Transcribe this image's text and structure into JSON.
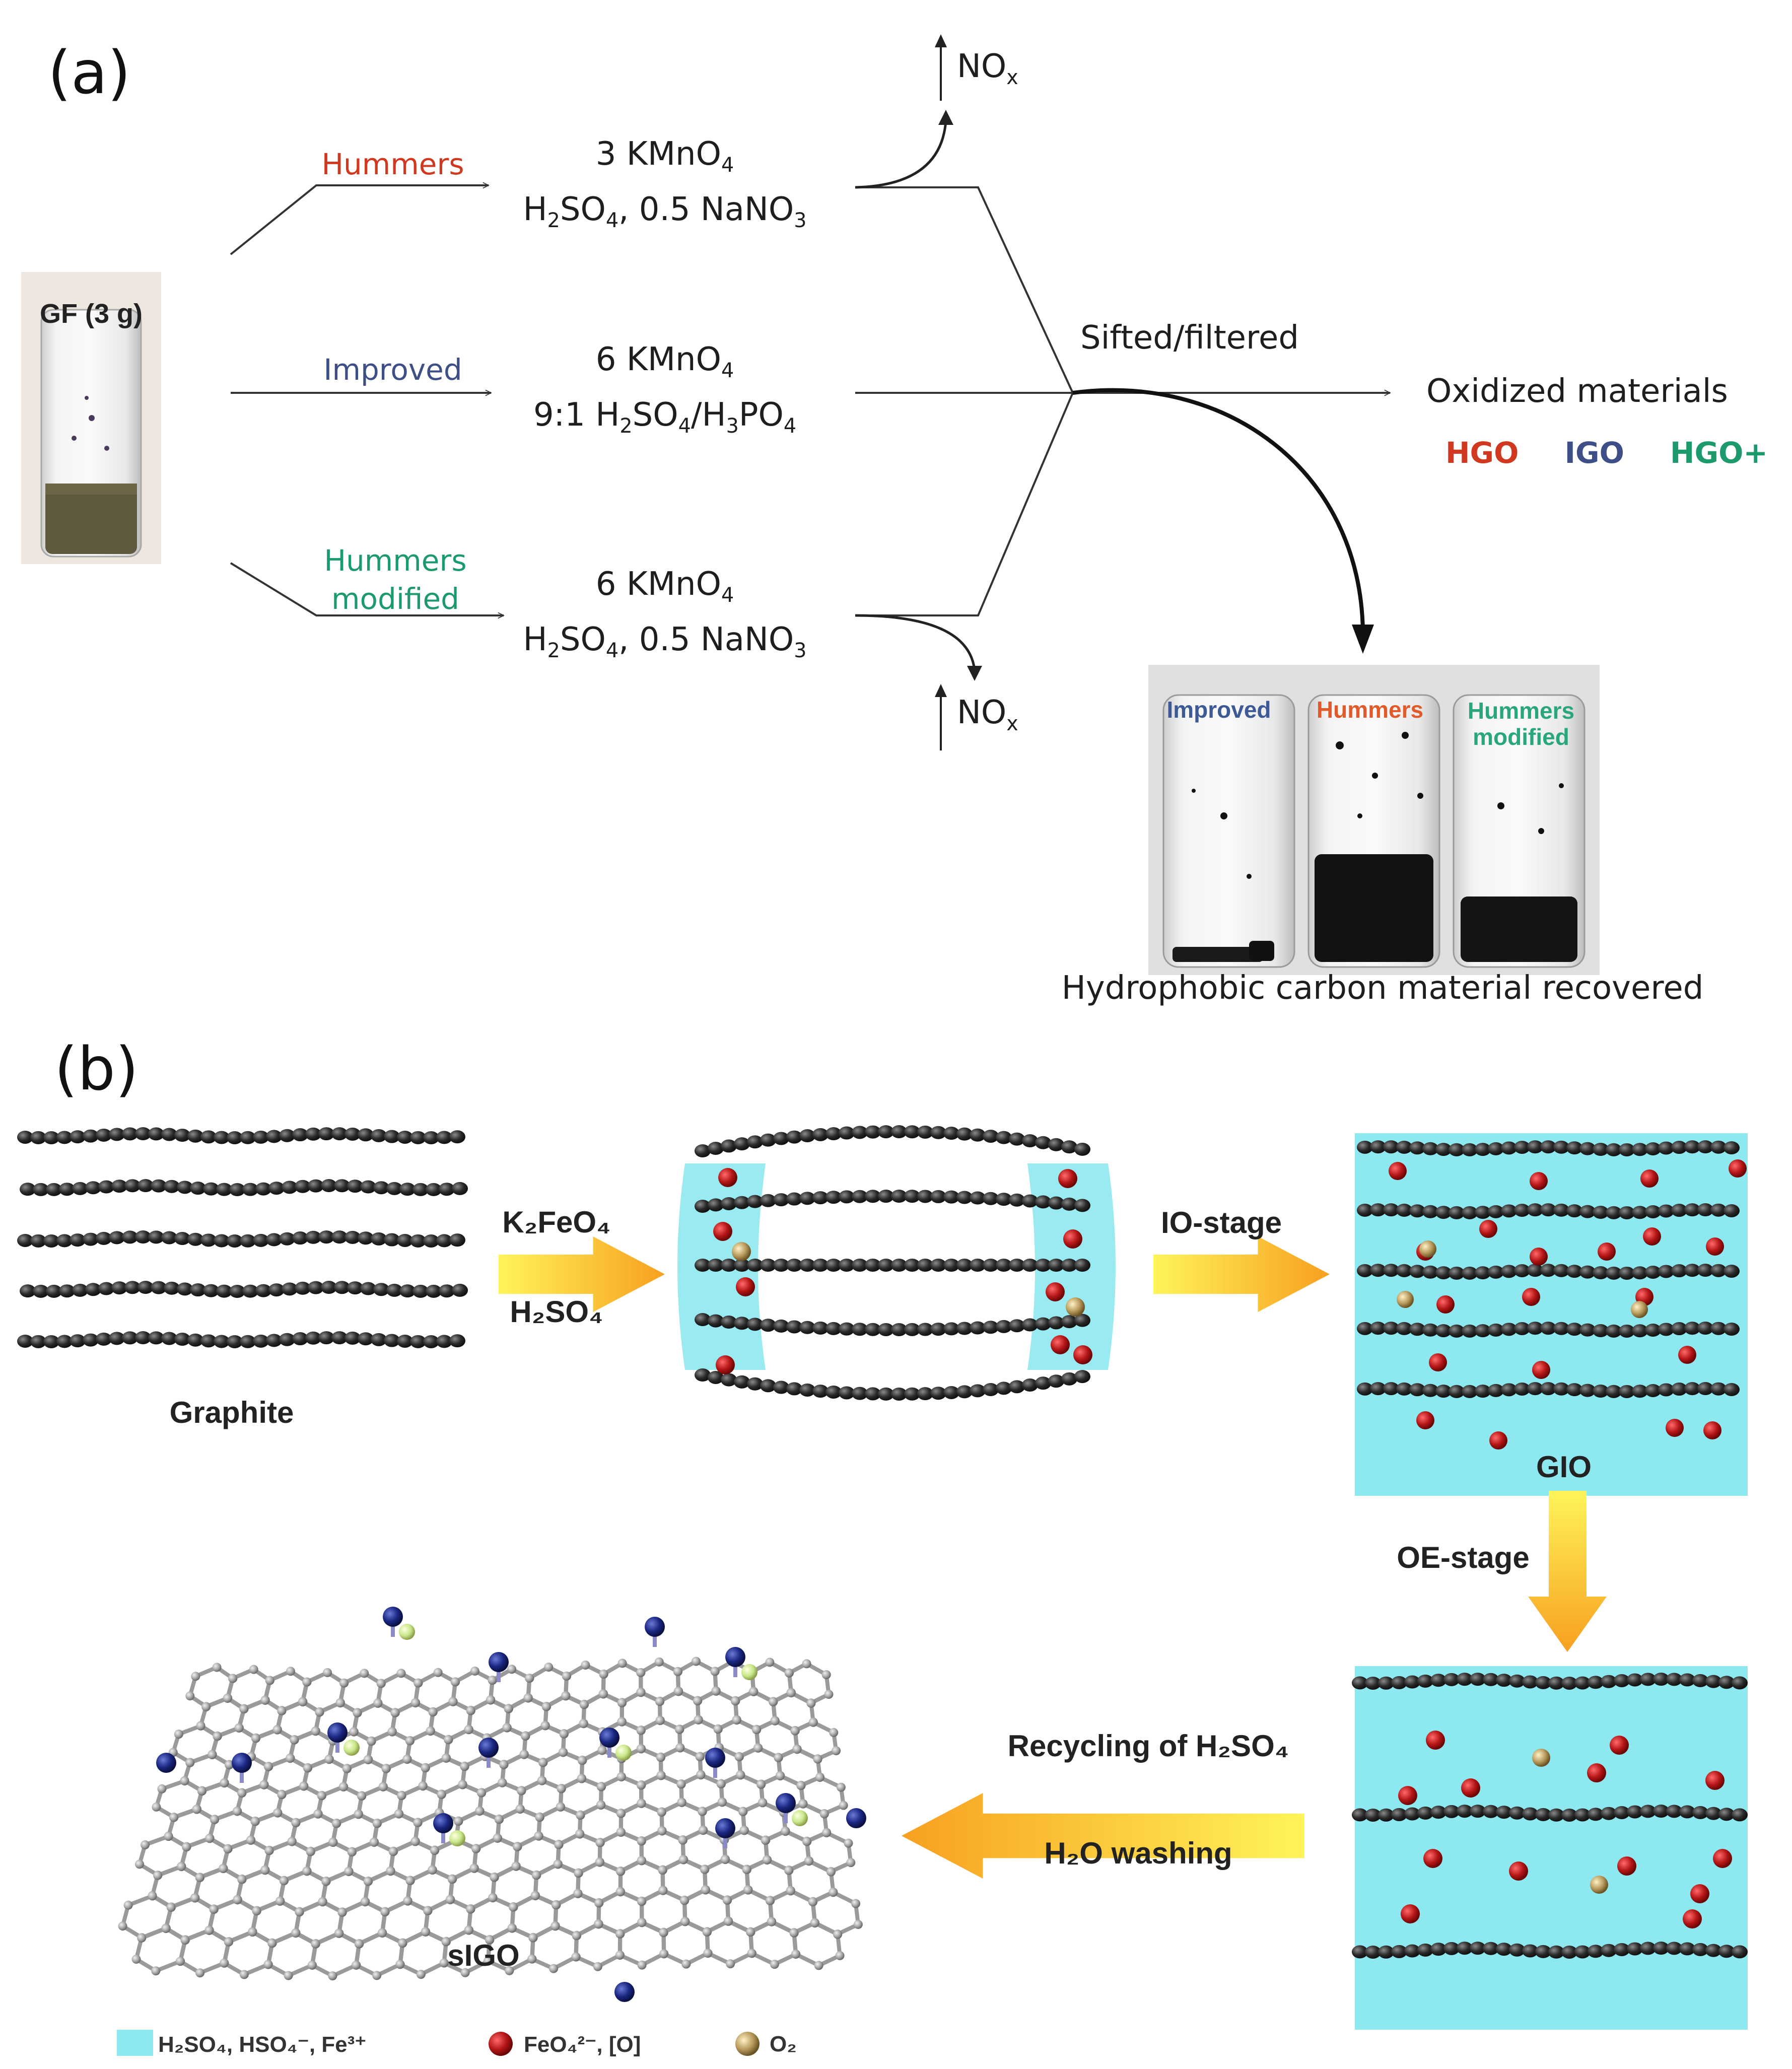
{
  "panel_a": {
    "label": "(a)",
    "start_vial_label": "GF (3 g)",
    "routes": [
      {
        "name": "Hummers",
        "color": "#d0391f",
        "reagent1": "3 KMnO",
        "reagent1_sub": "4",
        "reagent2_parts": [
          "H",
          "2",
          "SO",
          "4",
          ", 0.5 NaNO",
          "3"
        ]
      },
      {
        "name": "Improved",
        "color": "#3d4f86",
        "reagent1": "6 KMnO",
        "reagent1_sub": "4",
        "reagent2_parts": [
          "9:1 H",
          "2",
          "SO",
          "4",
          "/H",
          "3",
          "PO",
          "4"
        ]
      },
      {
        "name_line1": "Hummers",
        "name_line2": "modified",
        "color": "#1d9a6c",
        "reagent1": "6 KMnO",
        "reagent1_sub": "4",
        "reagent2_parts": [
          "H",
          "2",
          "SO",
          "4",
          ", 0.5 NaNO",
          "3"
        ]
      }
    ],
    "nox_main": "NO",
    "nox_sub": "x",
    "sifted_label": "Sifted/filtered",
    "oxidized_label": "Oxidized materials",
    "products": [
      {
        "name": "HGO",
        "color": "#d0391f"
      },
      {
        "name": "IGO",
        "color": "#3d4f86"
      },
      {
        "name": "HGO+",
        "color": "#1d9a6c"
      }
    ],
    "photo_vial_labels": [
      {
        "name": "Improved",
        "color": "#3d5a96"
      },
      {
        "name": "Hummers",
        "color": "#e05a2a"
      },
      {
        "name_line1": "Hummers",
        "name_line2": "modified",
        "color": "#2aa77a"
      }
    ],
    "recovered_caption": "Hydrophobic carbon  material recovered"
  },
  "panel_b": {
    "label": "(b)",
    "graphite_label": "Graphite",
    "step1_top": "K₂FeO₄",
    "step1_bottom": "H₂SO₄",
    "step2_label": "IO-stage",
    "gio_label": "GIO",
    "step3_label": "OE-stage",
    "step4_top": "Recycling of H₂SO₄",
    "step4_bottom": "H₂O washing",
    "sigo_label": "sIGO",
    "legend": [
      {
        "label": "H₂SO₄, HSO₄⁻, Fe³⁺",
        "color": "#8ee8f0"
      },
      {
        "label": "FeO₄²⁻, [O]",
        "color": "#b01818"
      },
      {
        "label": "O₂",
        "color": "#b8a068"
      }
    ],
    "colors": {
      "solution": "#8ee8f0",
      "carbon": "#2b2b2b",
      "oxidant": "#b71c1c",
      "oxygen": "#c4b07a",
      "arrow_light": "#fff45a",
      "arrow_dark": "#f7a020"
    }
  }
}
